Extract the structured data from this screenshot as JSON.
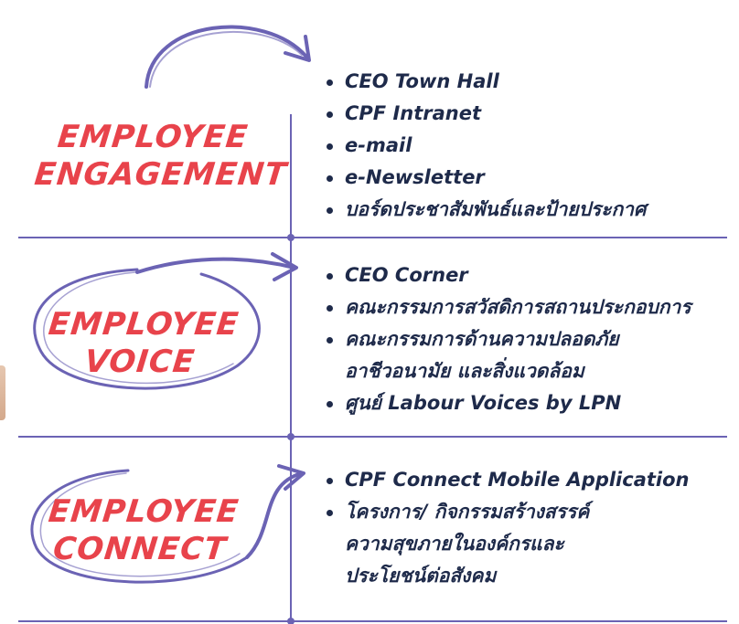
{
  "colors": {
    "accent_red": "#e8434b",
    "line_purple": "#6b63b4",
    "text_navy": "#1e2a4a"
  },
  "sections": [
    {
      "title_lines": [
        "EMPLOYEE",
        "ENGAGEMENT"
      ],
      "items": [
        "CEO Town Hall",
        "CPF Intranet",
        "e-mail",
        "e-Newsletter",
        "บอร์ดประชาสัมพันธ์และป้ายประกาศ"
      ]
    },
    {
      "title_lines": [
        "EMPLOYEE",
        "VOICE"
      ],
      "items": [
        "CEO Corner",
        "คณะกรรมการสวัสดิการสถานประกอบการ",
        "คณะกรรมการด้านความปลอดภัย อาชีวอนามัย และสิ่งแวดล้อม",
        "ศูนย์ Labour Voices by LPN"
      ]
    },
    {
      "title_lines": [
        "EMPLOYEE",
        "CONNECT"
      ],
      "items": [
        "CPF Connect Mobile Application",
        "โครงการ/ กิจกรรมสร้างสรรค์ ความสุขภายในองค์กรและ ประโยชน์ต่อสังคม"
      ]
    }
  ]
}
